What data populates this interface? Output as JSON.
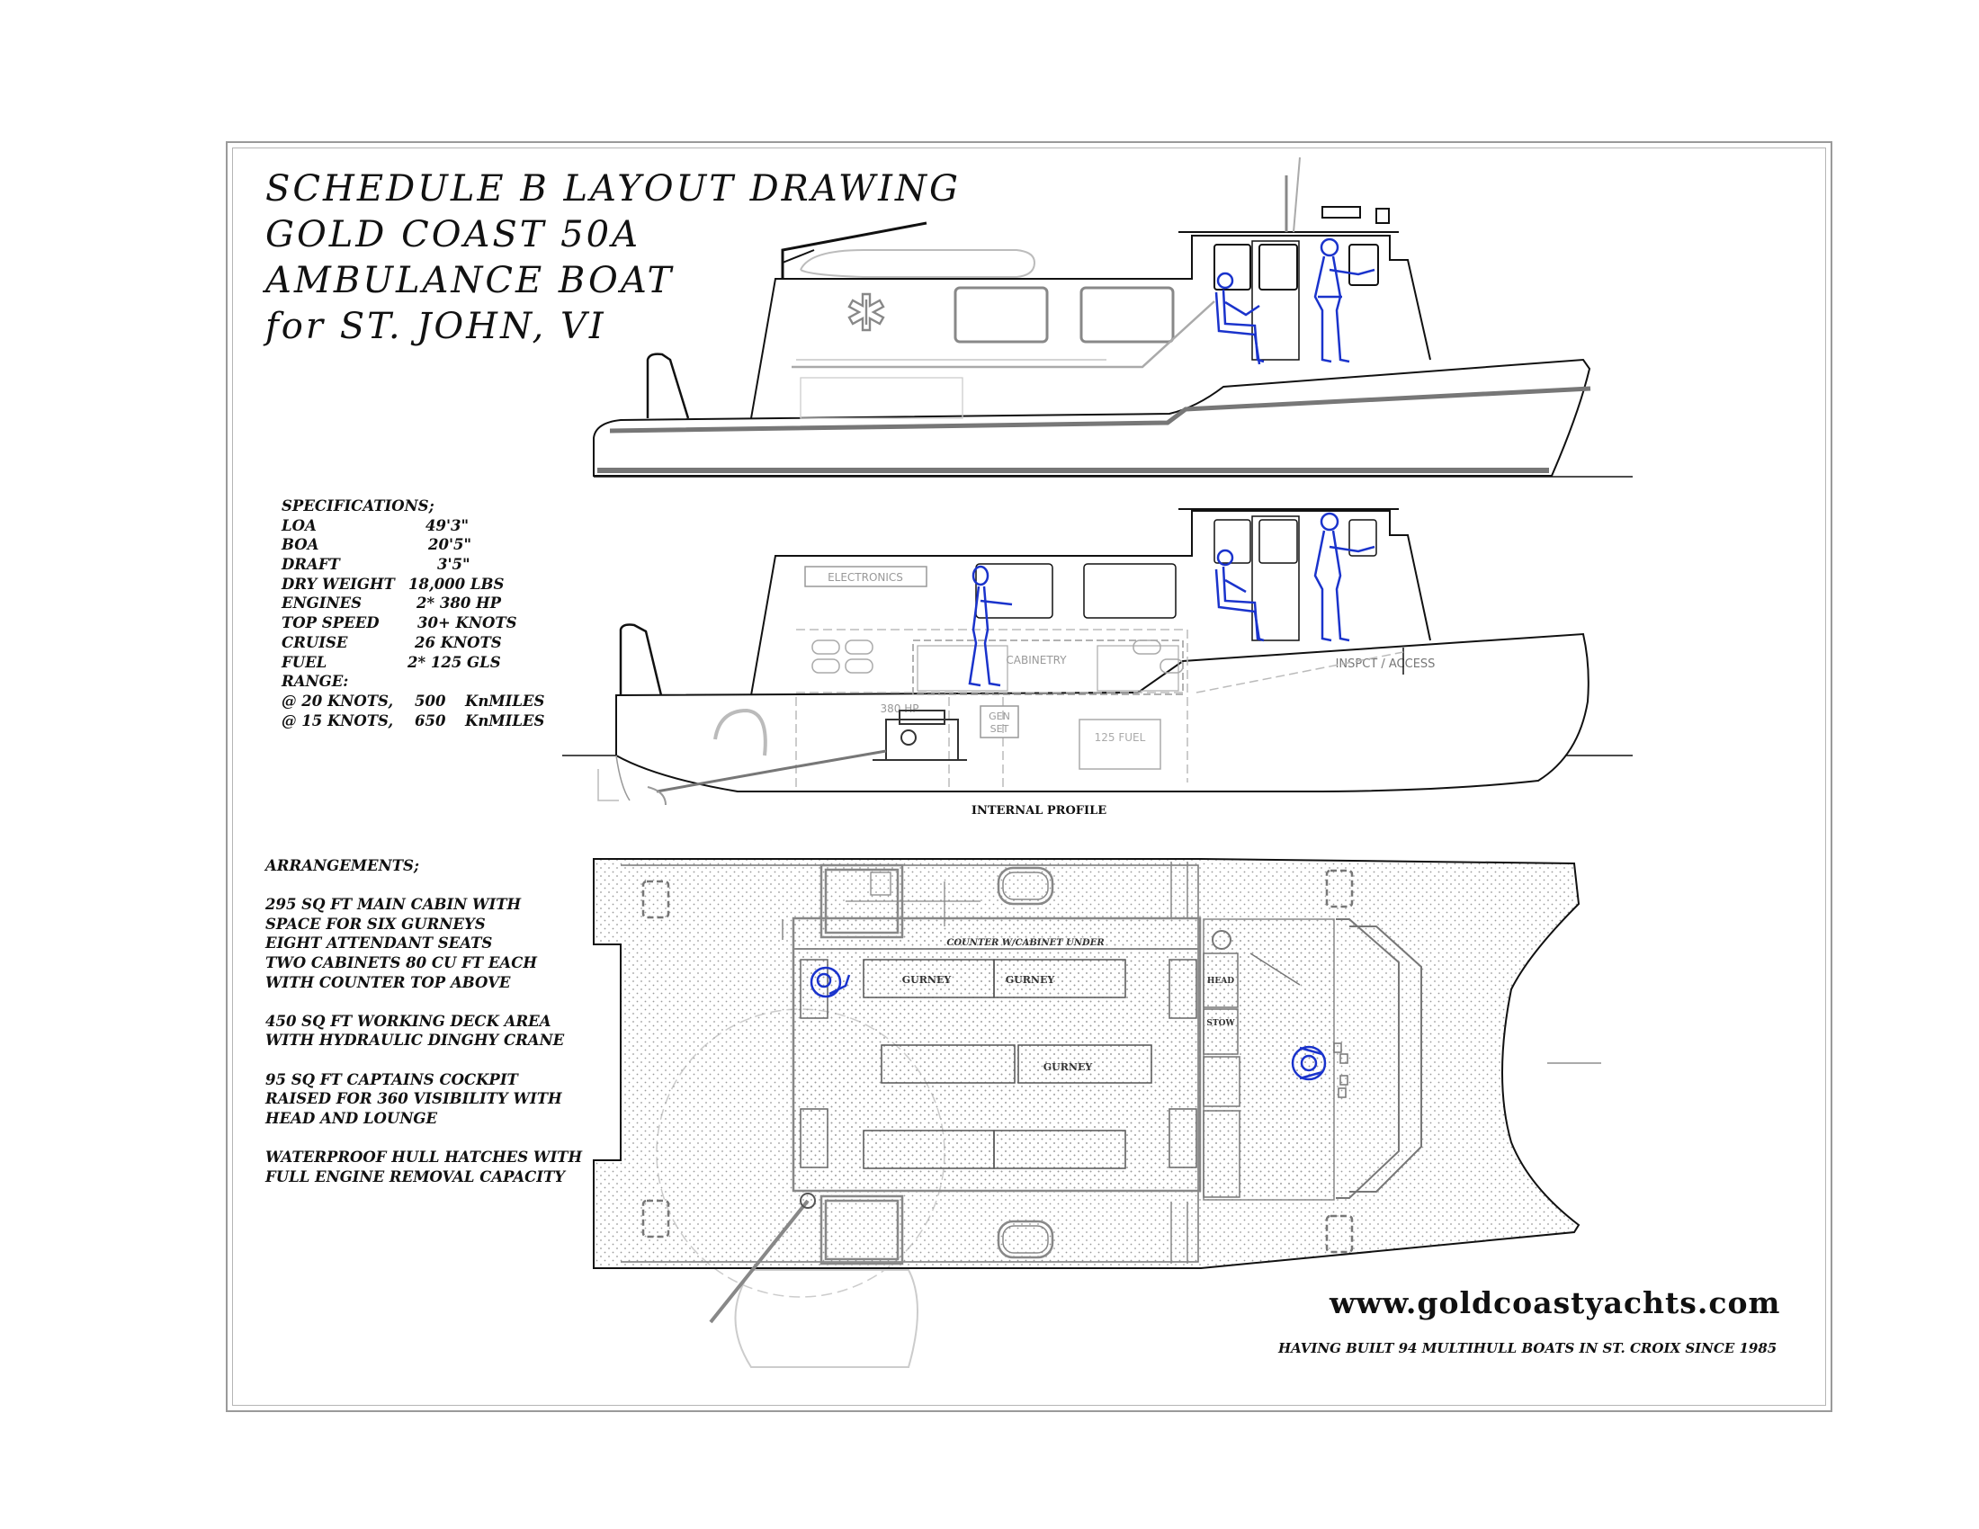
{
  "title": {
    "line1": "SCHEDULE B LAYOUT DRAWING",
    "line2": "GOLD COAST 50A",
    "line3": "AMBULANCE BOAT",
    "line4": "for ST. JOHN, VI"
  },
  "specifications": {
    "heading": "SPECIFICATIONS;",
    "rows": [
      {
        "key": "LOA",
        "value": "49'3\""
      },
      {
        "key": "BOA",
        "value": "20'5\""
      },
      {
        "key": "DRAFT",
        "value": "3'5\""
      },
      {
        "key": "DRY WEIGHT",
        "value": "18,000 LBS"
      },
      {
        "key": "ENGINES",
        "value": "2* 380 HP"
      },
      {
        "key": "TOP SPEED",
        "value": "30+ KNOTS"
      },
      {
        "key": "CRUISE",
        "value": "26 KNOTS"
      },
      {
        "key": "FUEL",
        "value": "2* 125 GLS"
      }
    ],
    "range_heading": "RANGE:",
    "range_rows": [
      {
        "speed": "@ 20 KNOTS,",
        "distance": "500",
        "unit": "KnMILES"
      },
      {
        "speed": "@ 15 KNOTS,",
        "distance": "650",
        "unit": "KnMILES"
      }
    ]
  },
  "arrangements": {
    "heading": "ARRANGEMENTS;",
    "groups": [
      [
        "295 SQ FT MAIN CABIN WITH",
        "SPACE FOR SIX GURNEYS",
        "EIGHT ATTENDANT SEATS",
        "TWO CABINETS 80 CU FT EACH",
        "WITH COUNTER TOP ABOVE"
      ],
      [
        "450 SQ FT WORKING DECK AREA",
        "WITH HYDRAULIC DINGHY CRANE"
      ],
      [
        "95 SQ FT CAPTAINS COCKPIT",
        "RAISED FOR 360 VISIBILITY WITH",
        "HEAD AND LOUNGE"
      ],
      [
        "WATERPROOF HULL HATCHES WITH",
        "FULL ENGINE REMOVAL CAPACITY"
      ]
    ]
  },
  "drawing_labels": {
    "electronics": "ELECTRONICS",
    "cabinetry": "CABINETRY",
    "inspect_access": "INSPCT / ACCESS",
    "engine_hp": "380 HP",
    "gen": "GEN",
    "set": "SET",
    "fuel_tank": "125 FUEL",
    "internal_profile": "INTERNAL PROFILE",
    "counter": "COUNTER W/CABINET UNDER",
    "gurney": "GURNEY",
    "head": "HEAD",
    "stow": "STOW"
  },
  "footer": {
    "url": "www.goldcoastyachts.com",
    "tagline": "HAVING BUILT 94 MULTIHULL BOATS IN ST. CROIX SINCE 1985"
  },
  "colors": {
    "ink": "#111111",
    "gray": "#8a8a8a",
    "light_gray": "#bcbcbc",
    "figure_blue": "#1a33cc",
    "hull_stripe": "#777777"
  }
}
